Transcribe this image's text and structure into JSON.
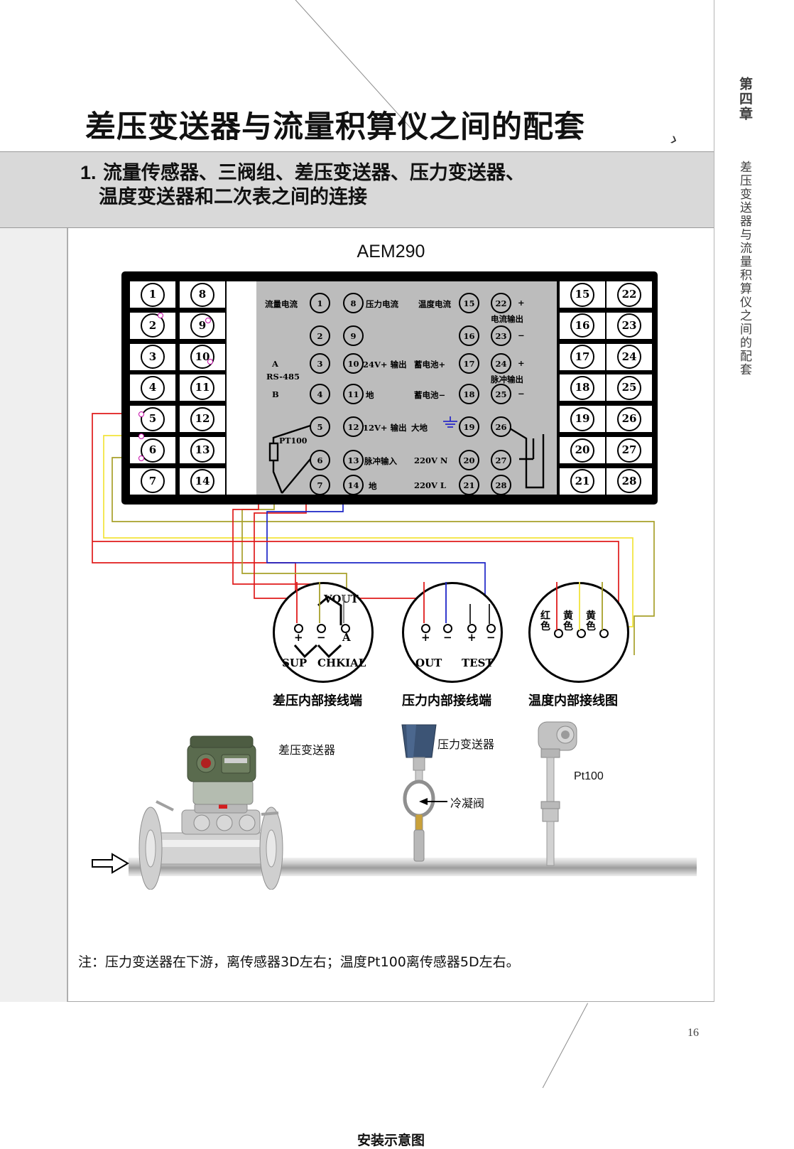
{
  "page": {
    "number": "16",
    "chapter_label": "第四章",
    "side_title": "差压变送器与流量积算仪之间的配套"
  },
  "header": {
    "title": "差压变送器与流量积算仪之间的配套",
    "caret": "›",
    "subhead_number": "1.",
    "subhead_line1": "流量传感器、三阀组、差压变送器、压力变送器、",
    "subhead_line2": "温度变送器和二次表之间的连接"
  },
  "instrument": {
    "model": "AEM290",
    "left_terminals_col1": [
      "1",
      "2",
      "3",
      "4",
      "5",
      "6",
      "7"
    ],
    "left_terminals_col2": [
      "8",
      "9",
      "10",
      "11",
      "12",
      "13",
      "14"
    ],
    "right_terminals_col1": [
      "15",
      "16",
      "17",
      "18",
      "19",
      "20",
      "21"
    ],
    "right_terminals_col2": [
      "22",
      "23",
      "24",
      "25",
      "26",
      "27",
      "28"
    ],
    "panel_labels": {
      "flow_current": "流量电流",
      "pressure_current": "压力电流",
      "temperature_current": "温度电流",
      "current_output": "电流输出",
      "plus": "+",
      "minus": "−",
      "rs485": "RS-485",
      "rs485_a": "A",
      "rs485_b": "B",
      "out_24v": "24V+ 输出",
      "ground1": "地",
      "battery_plus": "蓄电池+",
      "battery_minus": "蓄电池−",
      "pulse_output": "脉冲输出",
      "out_12v": "12V+ 输出",
      "pt100": "PT100",
      "pulse_input": "脉冲输入",
      "ground2": "地",
      "earth": "大地",
      "ac_n": "220V N",
      "ac_l": "220V L"
    },
    "panel_terminals": [
      "1",
      "8",
      "2",
      "9",
      "3",
      "10",
      "4",
      "11",
      "5",
      "12",
      "6",
      "13",
      "7",
      "14",
      "15",
      "22",
      "16",
      "23",
      "17",
      "24",
      "18",
      "25",
      "19",
      "26",
      "20",
      "27",
      "21",
      "28"
    ]
  },
  "connectors": [
    {
      "id": "differential-pressure",
      "caption": "差压内部接线端",
      "top_label": "VOUT",
      "terminal_signs": [
        "+",
        "−",
        "A"
      ],
      "bottom_labels": [
        "SUP",
        "CHKIAL"
      ],
      "wire_colors": [
        "#e01b1b",
        "#a8a02a",
        "#808080"
      ]
    },
    {
      "id": "pressure",
      "caption": "压力内部接线端",
      "terminal_signs": [
        "+",
        "−",
        "+",
        "−"
      ],
      "bottom_labels": [
        "OUT",
        "TEST"
      ],
      "wire_colors": [
        "#e01b1b",
        "#1d25c8",
        "#000000",
        "#000000"
      ]
    },
    {
      "id": "temperature",
      "caption": "温度内部接线图",
      "lead_labels": [
        "红色",
        "黄色",
        "黄色"
      ],
      "wire_colors": [
        "#e01b1b",
        "#f2e43a",
        "#a8a02a"
      ]
    }
  ],
  "installation": {
    "caption": "安装示意图",
    "labels": [
      {
        "text": "差压变送器"
      },
      {
        "text": "压力变送器"
      },
      {
        "text": "Pt100"
      },
      {
        "text": "冷凝阀"
      }
    ]
  },
  "note": "注：压力变送器在下游，离传感器3D左右；温度Pt100离传感器5D左右。",
  "colors": {
    "wire_red": "#e01b1b",
    "wire_yellow": "#f2e43a",
    "wire_olive": "#a8a02a",
    "wire_blue": "#1d25c8",
    "wire_gray": "#808080",
    "panel_gray": "#bcbcbc",
    "band_gray": "#d9d9d9",
    "earth_symbol": "#2b2bc8"
  }
}
